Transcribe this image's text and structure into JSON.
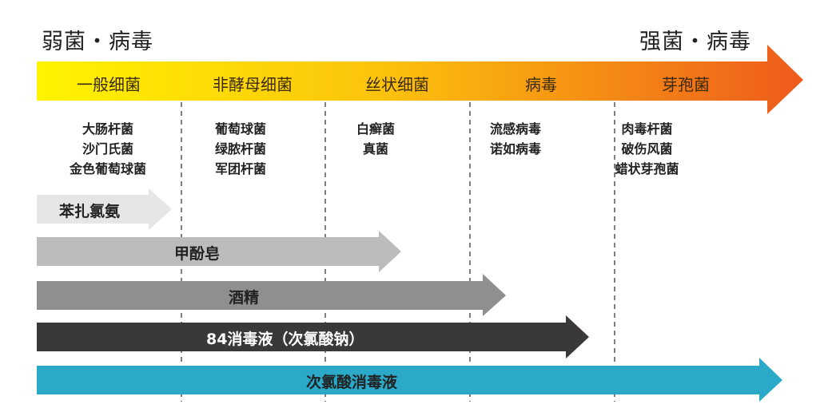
{
  "header": {
    "weak_label": "弱菌・病毒",
    "strong_label": "强菌・病毒"
  },
  "categories": [
    {
      "label": "一般细菌",
      "examples": [
        "大肠杆菌",
        "沙门氏菌",
        "金色葡萄球菌"
      ]
    },
    {
      "label": "非酵母细菌",
      "examples": [
        "葡萄球菌",
        "绿脓杆菌",
        "军团杆菌"
      ]
    },
    {
      "label": "丝状细菌",
      "examples": [
        "白癣菌",
        "真菌"
      ]
    },
    {
      "label": "病毒",
      "examples": [
        "流感病毒",
        "诺如病毒"
      ]
    },
    {
      "label": "芽孢菌",
      "examples": [
        "肉毒杆菌",
        "破伤风菌",
        "蜡状芽孢菌"
      ]
    }
  ],
  "disinfectants": [
    {
      "label": "苯扎氯氨",
      "color": "#e6e6e6",
      "text_color": "#222222"
    },
    {
      "label": "甲酚皂",
      "color": "#bcbcbc",
      "text_color": "#222222"
    },
    {
      "label": "酒精",
      "color": "#8f8f8f",
      "text_color": "#222222"
    },
    {
      "label": "84消毒液（次氯酸钠）",
      "color": "#3b3838",
      "text_color": "#ffffff"
    },
    {
      "label": "次氯酸消毒液",
      "color": "#2aaac8",
      "text_color": "#222222"
    }
  ],
  "colors": {
    "gradient_start": "#fff400",
    "gradient_mid": "#fcc30c",
    "gradient_end": "#ee5a1c",
    "divider": "#555555"
  }
}
